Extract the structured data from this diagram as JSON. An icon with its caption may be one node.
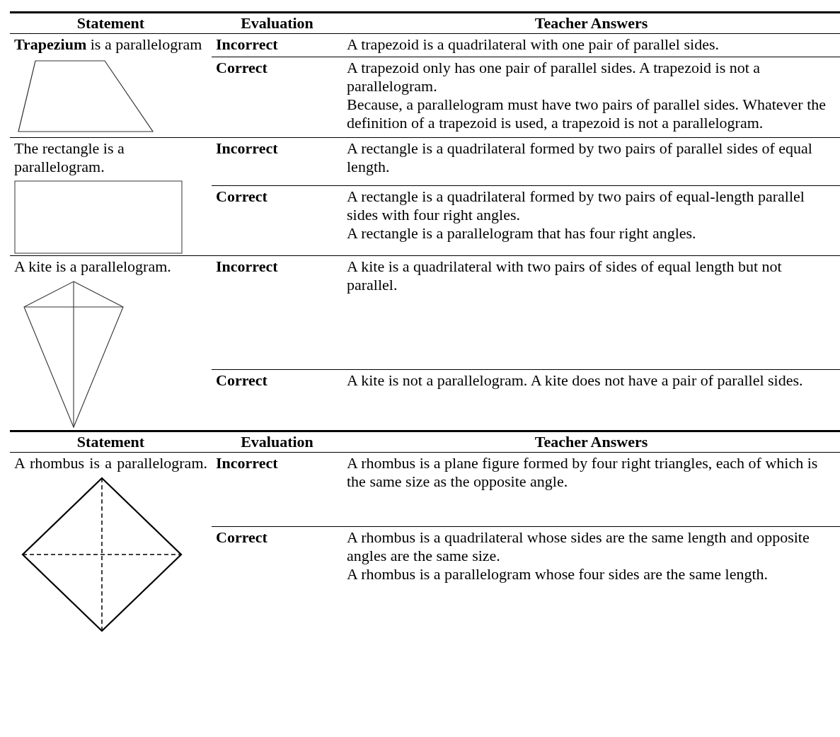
{
  "diagram": {
    "labels": [
      "Statement",
      "Evaluation",
      "Teacher Answers",
      "**Trapezium** is a parallelogram",
      "Incorrect",
      "A trapezoid is a quadrilateral with one pair of parallel sides.",
      "Correct",
      "A trapezoid only has one pair of parallel sides. A trapezoid is not a parallelogram.",
      "Because, a parallelogram must have two pairs of parallel sides. Whatever the definition of a trapezoid is used, a trapezoid is not a parallelogram.",
      "The rectangle is a parallelogram.",
      "Incorrect",
      "A rectangle is a quadrilateral formed by two pairs of parallel sides of equal length.",
      "Correct",
      "A rectangle is a quadrilateral formed by two pairs of equal-length parallel sides with four right angles.",
      "A rectangle is a parallelogram that has four right angles.",
      "A kite is a parallelogram.",
      "Incorrect",
      "A kite is a quadrilateral with two pairs of sides of equal length but not parallel.",
      "Correct",
      "A kite is not a parallelogram. A kite does not have a pair of parallel sides.",
      "Statement",
      "Evaluation",
      "Teacher Answers",
      "A rhombus is a parallelogram.",
      "Incorrect",
      "A rhombus is a plane figure formed by four right triangles, each of which is the same size as the opposite angle.",
      "Correct",
      "A rhombus is a quadrilateral whose sides are the same length and opposite angles are the same size.",
      "A rhombus is a parallelogram whose four sides are the same length."
    ]
  }
}
